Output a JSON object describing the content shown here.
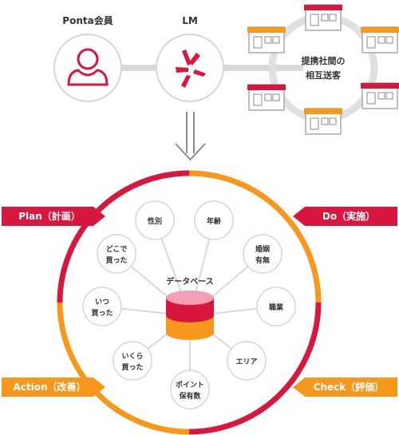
{
  "top": {
    "ponta_label": "Ponta会員",
    "lm_label": "LM",
    "mutual_line1": "提携社間の",
    "mutual_line2": "相互送客"
  },
  "cycle": {
    "plan": "Plan（計画）",
    "do": "Do（実施）",
    "check": "Check（評価）",
    "action": "Action（改善）"
  },
  "database": {
    "label": "データベース",
    "attributes": [
      {
        "key": "gender",
        "lines": [
          "性別"
        ]
      },
      {
        "key": "age",
        "lines": [
          "年齢"
        ]
      },
      {
        "key": "marriage",
        "lines": [
          "婚姻",
          "有無"
        ]
      },
      {
        "key": "occupation",
        "lines": [
          "職業"
        ]
      },
      {
        "key": "area",
        "lines": [
          "エリア"
        ]
      },
      {
        "key": "points",
        "lines": [
          "ポイント",
          "保有数"
        ]
      },
      {
        "key": "how-much",
        "lines": [
          "いくら",
          "買った"
        ]
      },
      {
        "key": "when",
        "lines": [
          "いつ",
          "買った"
        ]
      },
      {
        "key": "where",
        "lines": [
          "どこで",
          "買った"
        ]
      }
    ]
  },
  "colors": {
    "red": "#d7173e",
    "orange": "#f7981d",
    "gray_line": "#d9d9d9",
    "circle_stroke": "#d6d6d6",
    "text": "#333333"
  }
}
